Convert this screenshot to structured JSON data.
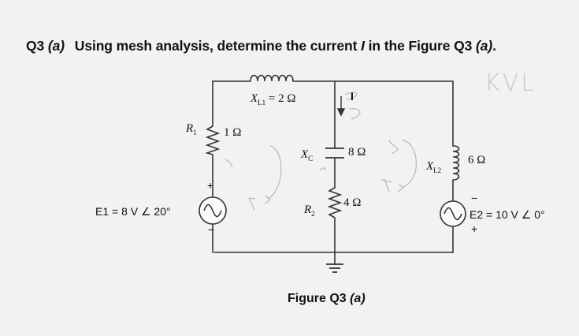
{
  "question": {
    "number": "Q3",
    "part": "(a)",
    "text_before": "Using mesh analysis, determine the current",
    "var": "I",
    "text_mid": "in the",
    "figure_ref": "Figure Q3",
    "figure_part": "(a)",
    "end": "."
  },
  "annotation": "KVL",
  "components": {
    "xl1_label": "X",
    "xl1_sub": "L1",
    "xl1_value": "= 2 Ω",
    "r1_label": "R",
    "r1_sub": "1",
    "r1_value": "1 Ω",
    "xc_label": "X",
    "xc_sub": "C",
    "xc_value": "8 Ω",
    "r2_label": "R",
    "r2_sub": "2",
    "r2_value": "4 Ω",
    "xl2_label": "X",
    "xl2_sub": "L2",
    "xl2_value": "6 Ω",
    "e1": "E1 = 8 V ∠ 20°",
    "e2": "E2 = 10 V ∠ 0°",
    "current": "I",
    "plus_e1": "+",
    "minus_e1": "−",
    "plus_e2": "+",
    "minus_e2": "−"
  },
  "caption": {
    "label": "Figure Q3",
    "part": "(a)"
  }
}
